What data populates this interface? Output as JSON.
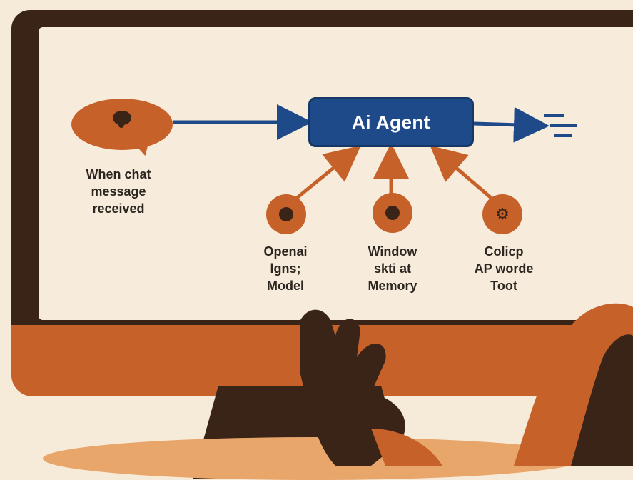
{
  "diagram": {
    "trigger": {
      "icon": "chat-bubble-icon",
      "label_lines": [
        "When chat",
        "message",
        "received"
      ]
    },
    "agent": {
      "label": "Ai Agent"
    },
    "output": {
      "icon": "output-lines-icon"
    },
    "inputs": [
      {
        "icon": "dot-icon",
        "label_lines": [
          "Openai",
          "lgns;",
          "Model"
        ]
      },
      {
        "icon": "dot-icon",
        "label_lines": [
          "Window",
          "skti at",
          "Memory"
        ]
      },
      {
        "icon": "gear-icon",
        "label_lines": [
          "Colicp",
          "AP worde",
          "Toot"
        ]
      }
    ]
  },
  "colors": {
    "background": "#f6ead8",
    "screen": "#f7ecdb",
    "monitor_dark": "#3a2418",
    "accent_orange": "#c6612a",
    "agent_blue": "#1f4a8a",
    "arrow_blue": "#1f4a8a",
    "arrow_orange": "#c6612a"
  }
}
